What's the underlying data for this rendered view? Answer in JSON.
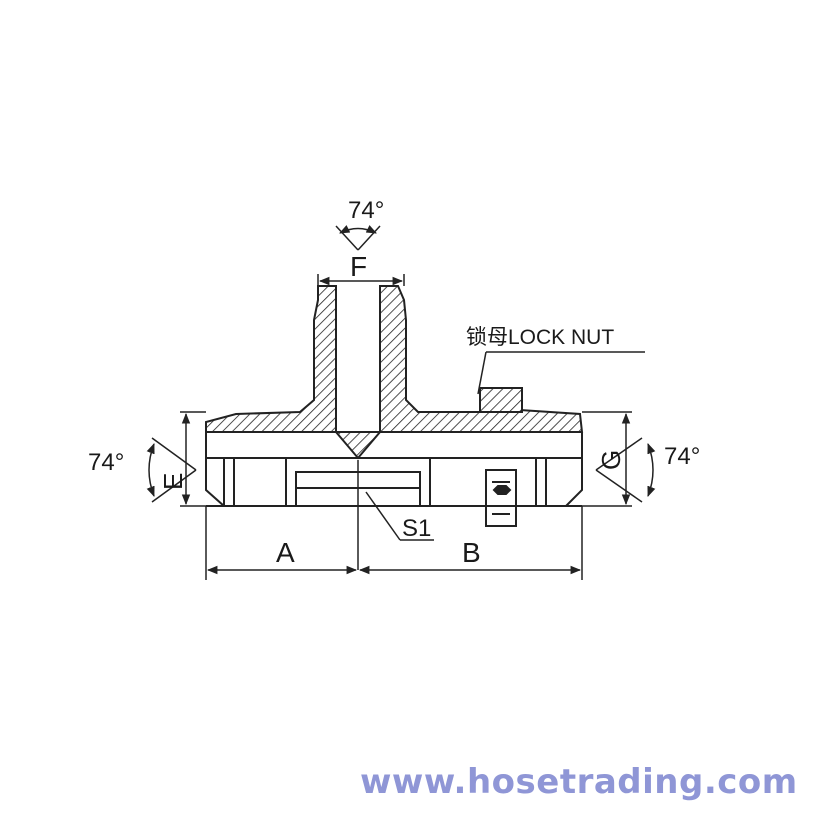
{
  "drawing": {
    "labels": {
      "top_angle": "74°",
      "f": "F",
      "lock_nut": "锁母LOCK NUT",
      "left_angle": "74°",
      "e": "E",
      "g": "G",
      "right_angle": "74°",
      "s1": "S1",
      "a": "A",
      "b": "B"
    }
  },
  "watermark": "www.hosetrading.com"
}
